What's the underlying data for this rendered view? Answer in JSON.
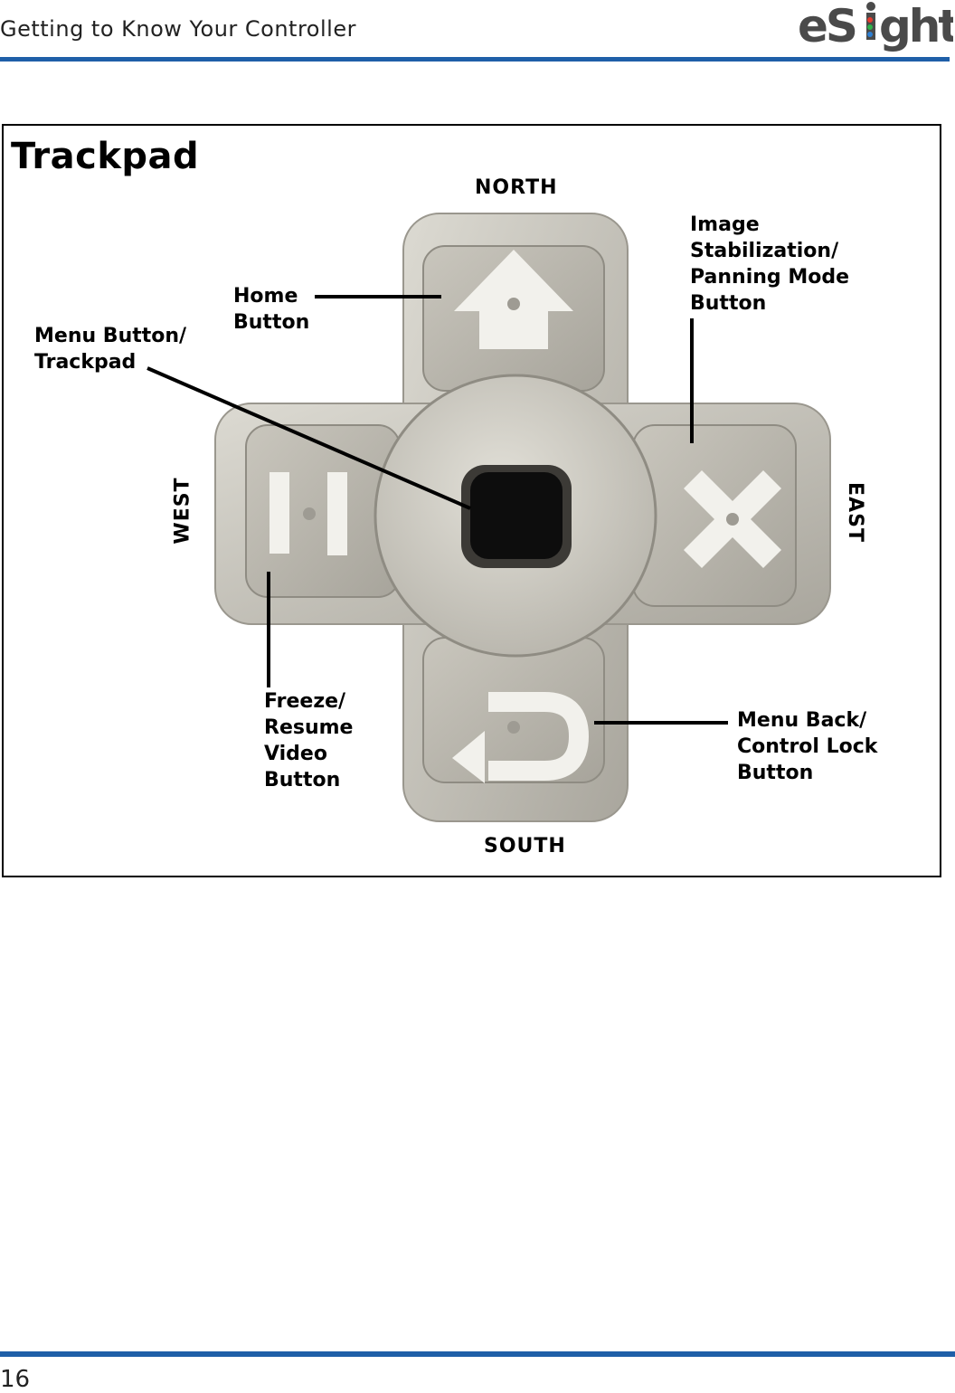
{
  "header": {
    "title": "Getting to Know Your Controller",
    "logo_text": "eSight"
  },
  "figure": {
    "title": "Trackpad",
    "directions": {
      "north": "NORTH",
      "south": "SOUTH",
      "east": "EAST",
      "west": "WEST"
    },
    "callouts": {
      "home": [
        "Home",
        "Button"
      ],
      "menu": [
        "Menu Button/",
        "Trackpad"
      ],
      "stabilization": [
        "Image",
        "Stabilization/",
        "Panning Mode",
        "Button"
      ],
      "freeze": [
        "Freeze/",
        "Resume",
        "Video",
        "Button"
      ],
      "back": [
        "Menu Back/",
        "Control Lock",
        "Button"
      ]
    },
    "icons": [
      "home-arrow-icon",
      "pause-icon",
      "x-icon",
      "return-arrow-icon"
    ]
  },
  "footer": {
    "page_number": "16"
  },
  "colors": {
    "accent_rule": "#1f5fa8",
    "pad_body": "#c9c6bd",
    "pad_button": "#bcb9b0",
    "center_key": "#111111"
  }
}
